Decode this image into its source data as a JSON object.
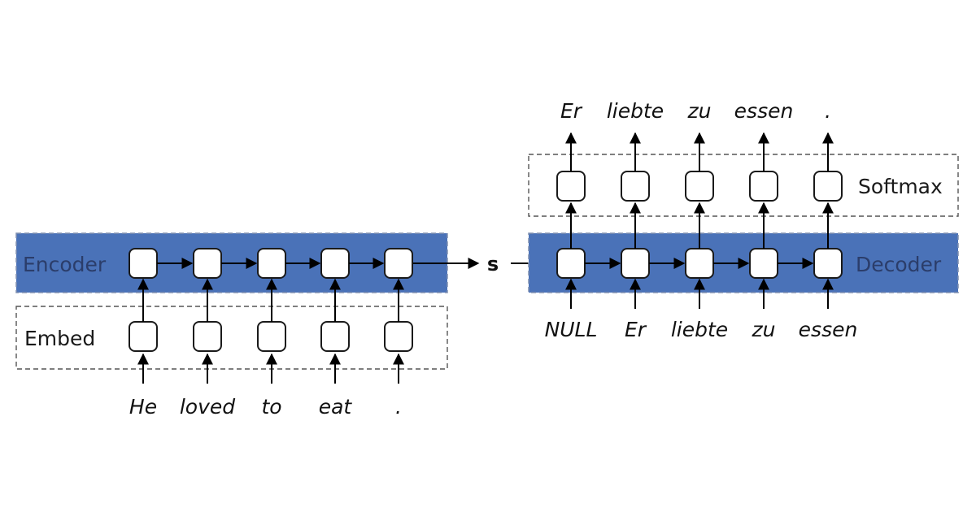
{
  "colors": {
    "band": "#4a72b8",
    "band_text": "#2b3d6a"
  },
  "encoder": {
    "label": "Encoder",
    "embed_label": "Embed",
    "input_tokens": [
      "He",
      "loved",
      "to",
      "eat",
      "."
    ]
  },
  "context_label": "s",
  "decoder": {
    "label": "Decoder",
    "softmax_label": "Softmax",
    "input_tokens": [
      "NULL",
      "Er",
      "liebte",
      "zu",
      "essen"
    ],
    "output_tokens": [
      "Er",
      "liebte",
      "zu",
      "essen",
      "."
    ]
  }
}
